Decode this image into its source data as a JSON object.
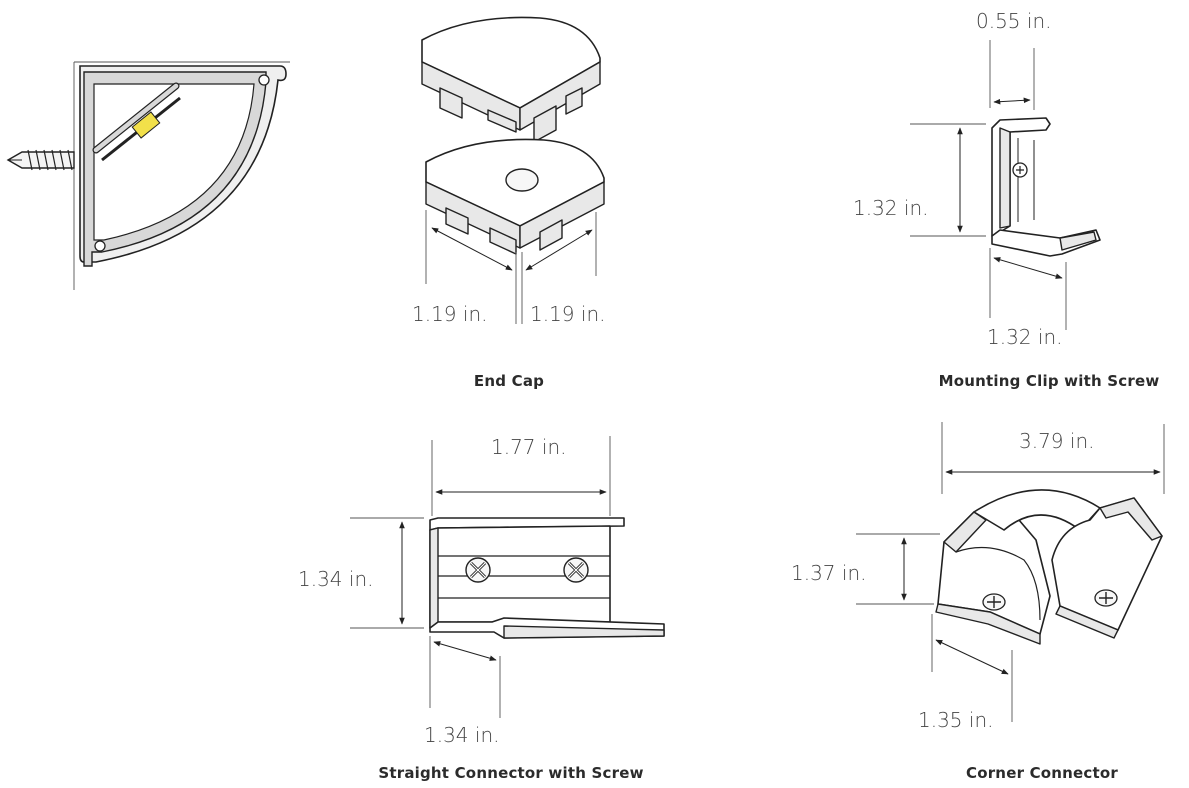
{
  "captions": {
    "end_cap": "End Cap",
    "mounting_clip": "Mounting Clip with Screw",
    "straight_connector": "Straight Connector with Screw",
    "corner_connector": "Corner Connector"
  },
  "dimensions": {
    "end_cap_left": "1.19 in.",
    "end_cap_right": "1.19 in.",
    "clip_top": "0.55 in.",
    "clip_height": "1.32 in.",
    "clip_depth": "1.32 in.",
    "straight_width": "1.77 in.",
    "straight_height": "1.34 in.",
    "straight_depth": "1.34 in.",
    "corner_width": "3.79 in.",
    "corner_height": "1.37 in.",
    "corner_depth": "1.35 in."
  },
  "colors": {
    "diffuser": "#e6e6e6",
    "led_strip": "#f2e04a",
    "outline": "#222222"
  }
}
